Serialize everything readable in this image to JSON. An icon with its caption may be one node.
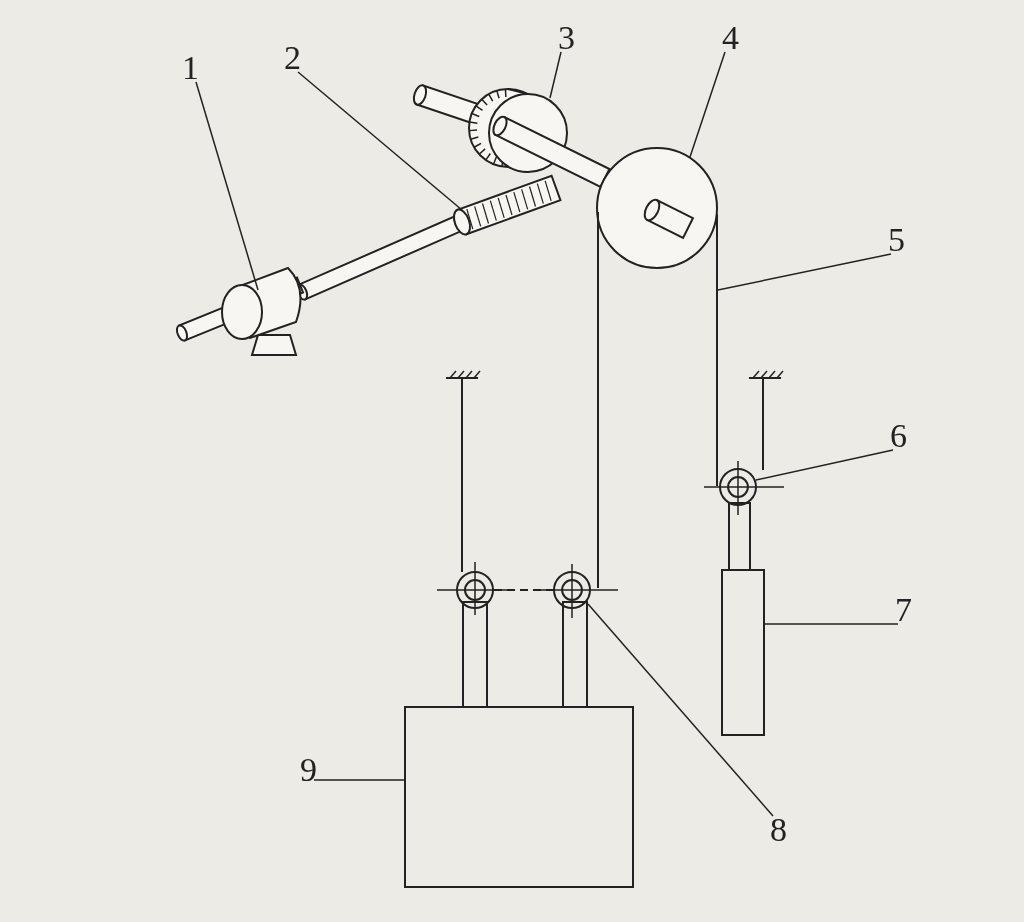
{
  "diagram": {
    "nodes": [
      {
        "text": [
          "1"
        ]
      },
      {
        "text": [
          "2"
        ]
      },
      {
        "text": [
          "3"
        ]
      },
      {
        "text": [
          "4"
        ]
      },
      {
        "text": [
          "5"
        ]
      },
      {
        "text": [
          "6"
        ]
      },
      {
        "text": [
          "7"
        ]
      },
      {
        "text": [
          "8"
        ]
      },
      {
        "text": [
          "9"
        ]
      },
      {
        "text": [],
        "shape": "picture"
      },
      {
        "text": [],
        "shape": "cylinder"
      },
      {
        "text": [],
        "shape": "picture"
      },
      {
        "text": [],
        "shape": "circle"
      },
      {
        "text": [],
        "shape": "picture"
      },
      {
        "text": [],
        "shape": "circle"
      },
      {
        "text": [],
        "shape": "box"
      },
      {
        "text": [],
        "shape": "circle"
      },
      {
        "text": [],
        "shape": "box"
      }
    ],
    "edges": [
      {
        "from": 0,
        "to": 9,
        "arrow": "none"
      },
      {
        "from": 1,
        "to": 10,
        "arrow": "none"
      },
      {
        "from": 2,
        "to": 11,
        "arrow": "none"
      },
      {
        "from": 3,
        "to": 12,
        "arrow": "none"
      },
      {
        "from": 4,
        "to": 13,
        "arrow": "none"
      },
      {
        "from": 5,
        "to": 14,
        "arrow": "none"
      },
      {
        "from": 6,
        "to": 15,
        "arrow": "none"
      },
      {
        "from": 7,
        "to": 16,
        "arrow": "none"
      },
      {
        "from": 8,
        "to": 17,
        "arrow": "none"
      }
    ]
  }
}
